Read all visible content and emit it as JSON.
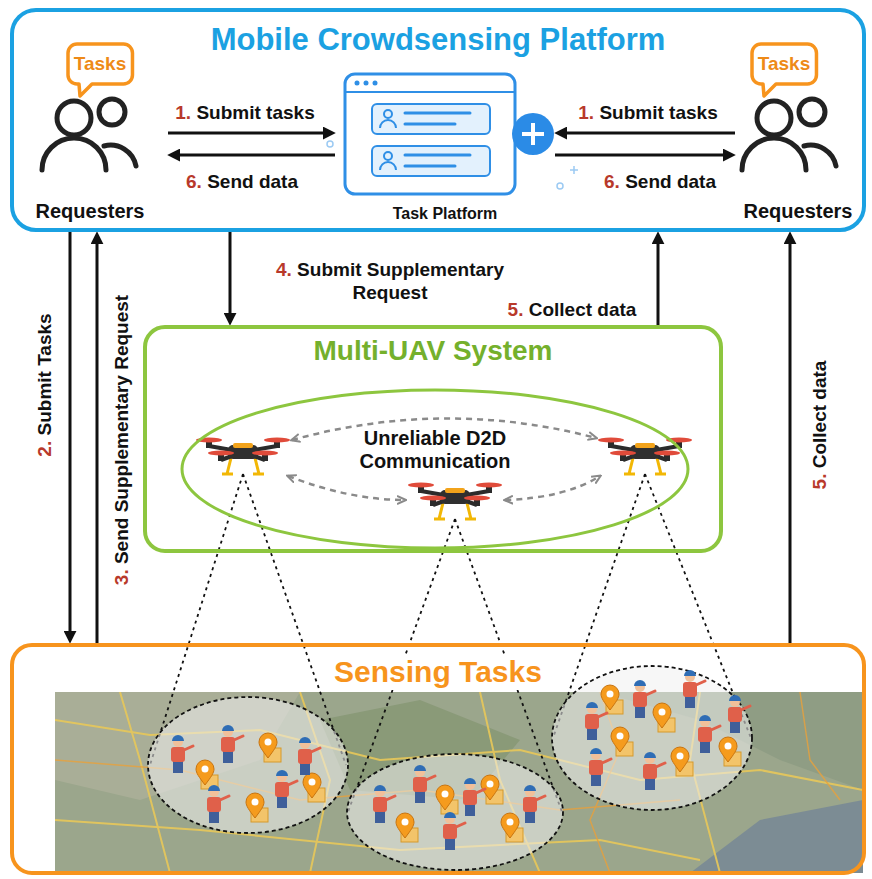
{
  "diagram": {
    "nodes": [
      {
        "text": [
          "Mobile Crowdsensing Platform"
        ]
      },
      {
        "text": [
          "Tasks"
        ],
        "in": 0
      },
      {
        "text": [
          "Requesters"
        ],
        "in": 0
      },
      {
        "text": [
          "Task Platform"
        ],
        "in": 0
      },
      {
        "text": [
          "Tasks"
        ],
        "in": 0
      },
      {
        "text": [
          "Requesters"
        ],
        "in": 0
      },
      {
        "text": [
          "Multi-UAV System"
        ]
      },
      {
        "text": [
          "Unreliable D2D Communication"
        ],
        "in": 6
      },
      {
        "text": [
          "Sensing Tasks"
        ]
      }
    ],
    "edges": [
      {
        "from": 2,
        "to": 3,
        "label": "1. Submit tasks",
        "arrow": "to"
      },
      {
        "from": 3,
        "to": 2,
        "label": "6. Send data",
        "arrow": "to"
      },
      {
        "from": 5,
        "to": 3,
        "label": "1. Submit tasks",
        "arrow": "to"
      },
      {
        "from": 3,
        "to": 5,
        "label": "6. Send data",
        "arrow": "to"
      },
      {
        "from": 0,
        "to": 8,
        "label": "2. Submit Tasks",
        "arrow": "to"
      },
      {
        "from": 8,
        "to": 0,
        "label": "3. Send Supplementary Request",
        "arrow": "to"
      },
      {
        "from": 0,
        "to": 6,
        "label": "4. Submit Supplementary Request",
        "arrow": "to"
      },
      {
        "from": 6,
        "to": 0,
        "label": "5. Collect data",
        "arrow": "to"
      },
      {
        "from": 8,
        "to": 0,
        "label": "5. Collect data",
        "arrow": "to"
      }
    ]
  }
}
